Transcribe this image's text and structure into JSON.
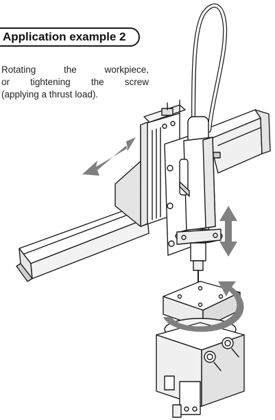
{
  "example": {
    "title": "Application example 2",
    "description_lines": [
      "Rotating the workpiece,",
      "or tightening the screw",
      "(applying a thrust load)."
    ]
  },
  "illustration": {
    "subject": "electric actuator with screw driver above rotary table"
  },
  "colors": {
    "outline": "#1a1a1a",
    "arrow": "#808080",
    "body": "#ffffff",
    "shade": "#d9d9d9"
  }
}
